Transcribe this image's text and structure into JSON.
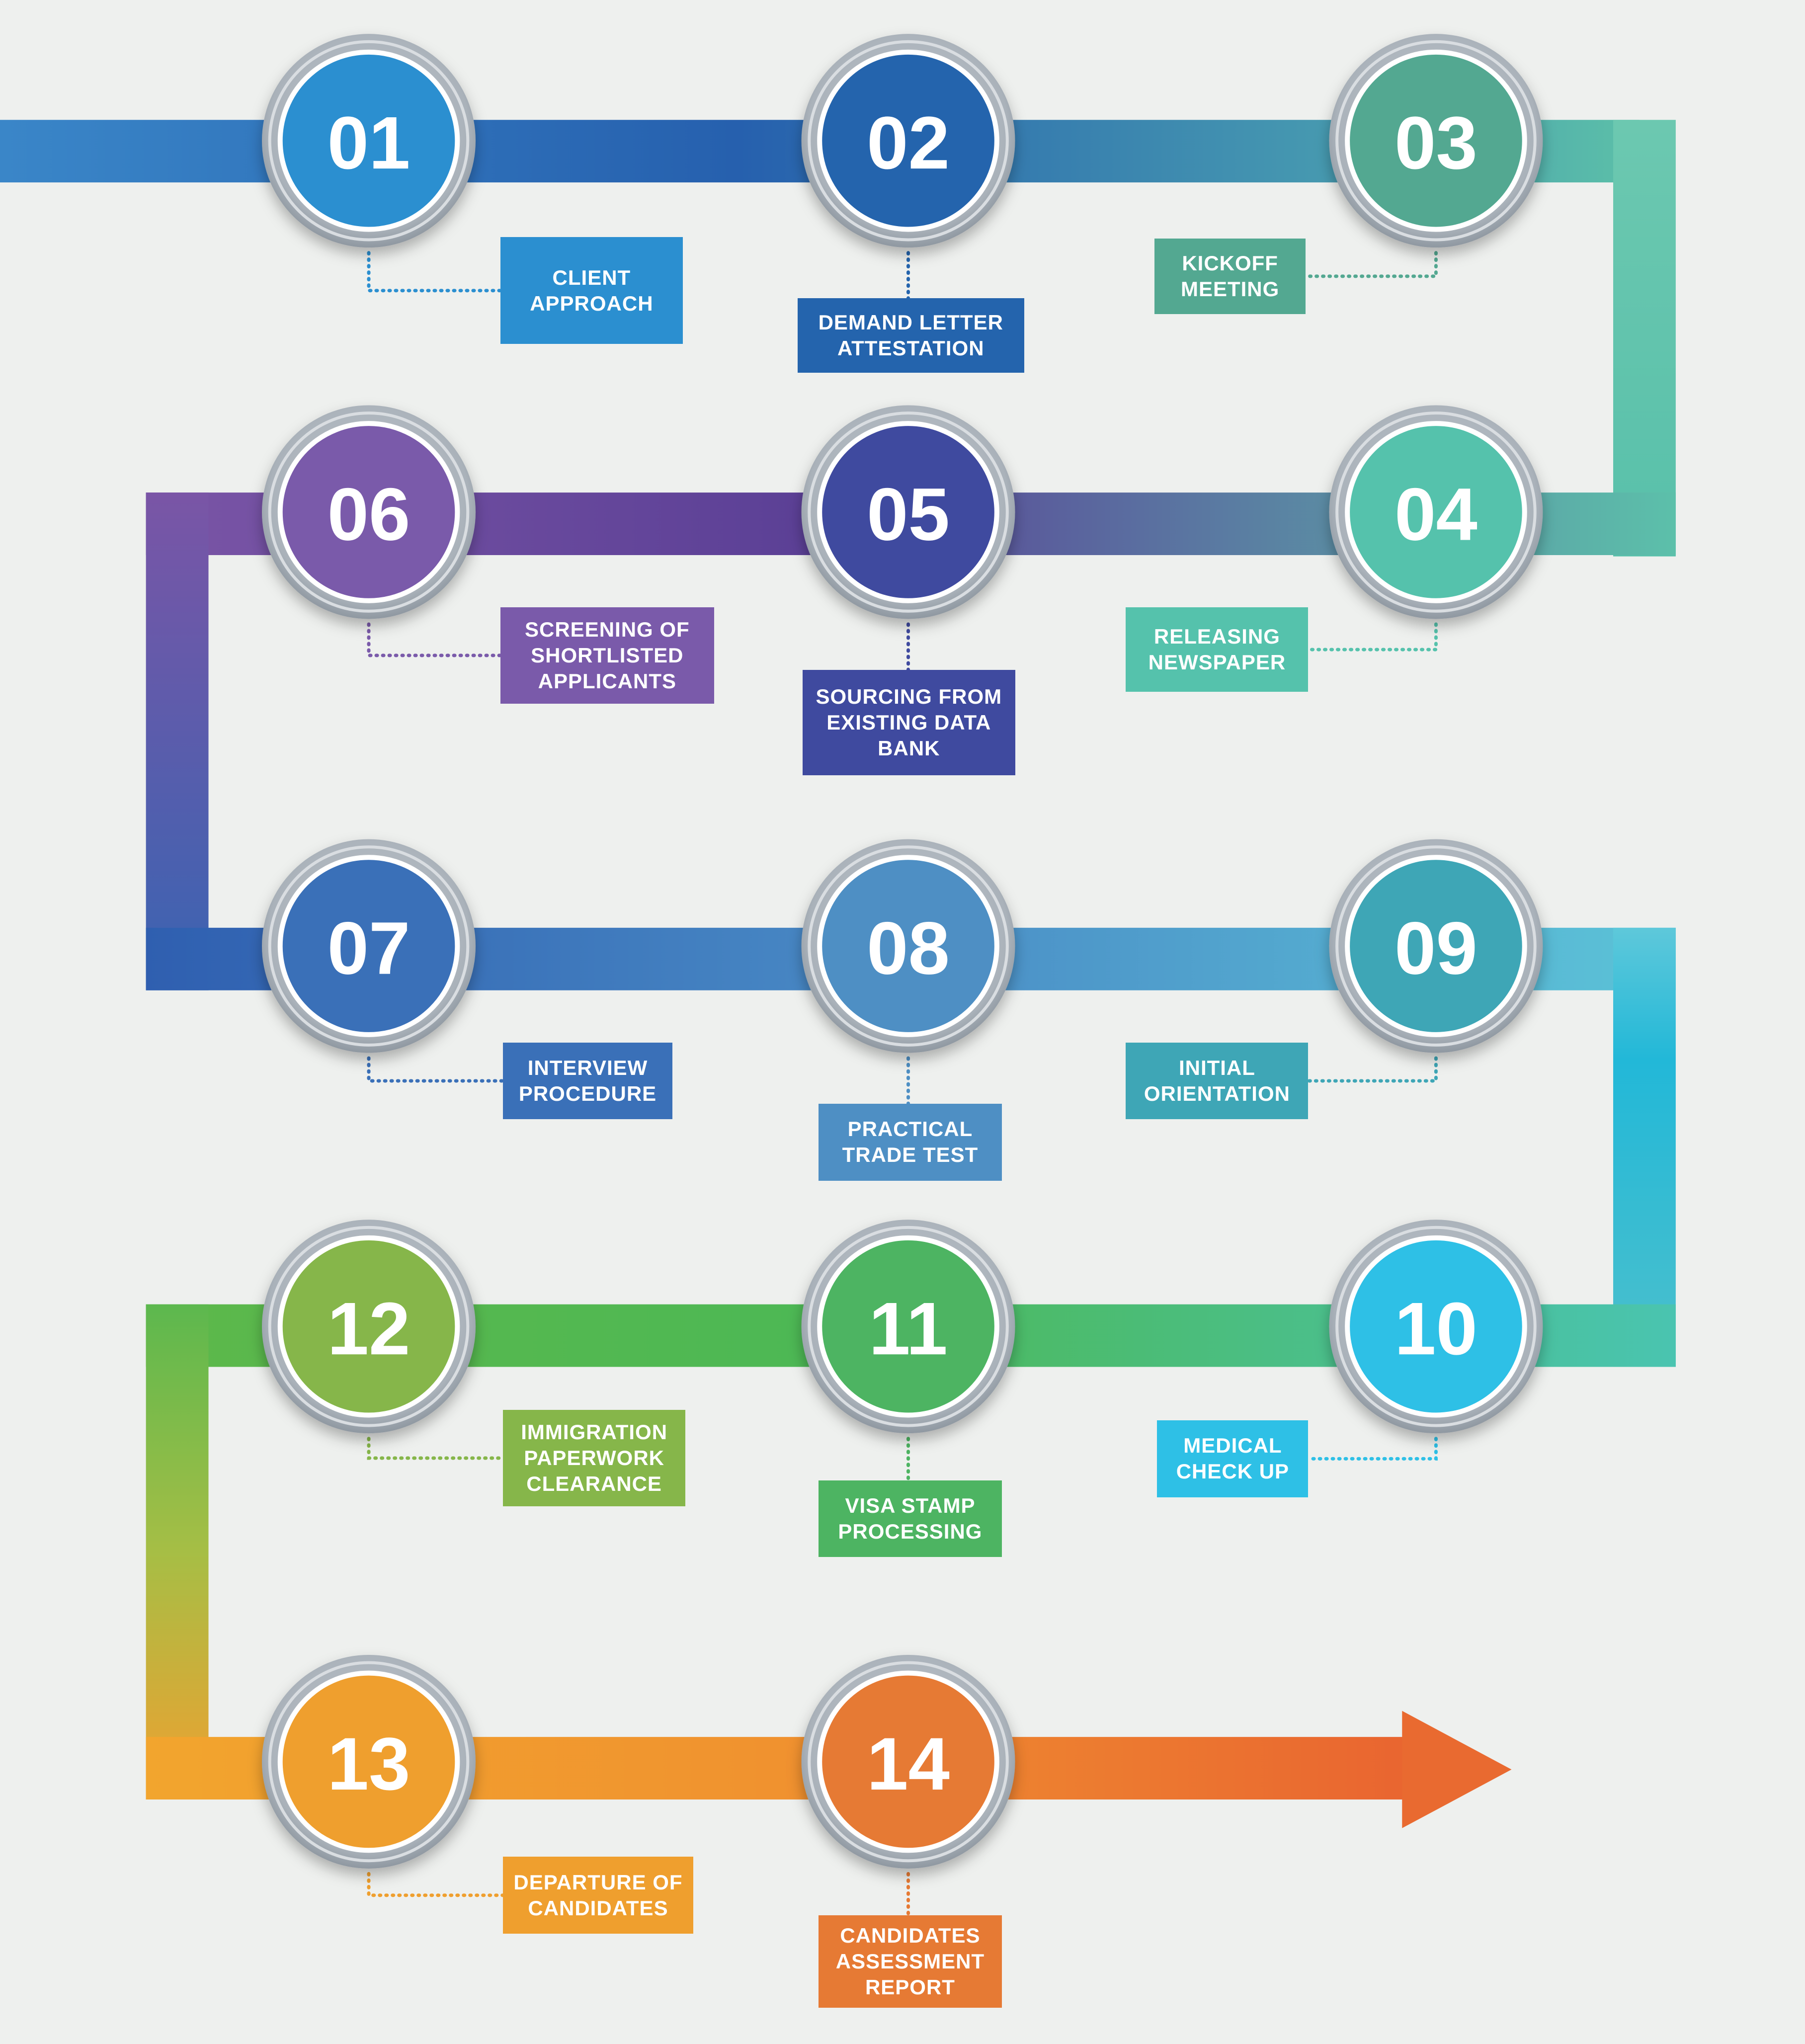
{
  "steps": [
    {
      "number": "01",
      "label": "CLIENT\nAPPROACH",
      "color": "#2b8fd0"
    },
    {
      "number": "02",
      "label": "DEMAND LETTER\nATTESTATION",
      "color": "#2464ad"
    },
    {
      "number": "03",
      "label": "KICKOFF\nMEETING",
      "color": "#53a891"
    },
    {
      "number": "04",
      "label": "RELEASING\nNEWSPAPER",
      "color": "#55c2ac"
    },
    {
      "number": "05",
      "label": "SOURCING FROM\nEXISTING DATA\nBANK",
      "color": "#3f4a9f"
    },
    {
      "number": "06",
      "label": "SCREENING OF\nSHORTLISTED\nAPPLICANTS",
      "color": "#7a5aaa"
    },
    {
      "number": "07",
      "label": "INTERVIEW\nPROCEDURE",
      "color": "#3a70b8"
    },
    {
      "number": "08",
      "label": "PRACTICAL\nTRADE TEST",
      "color": "#4e8fc4"
    },
    {
      "number": "09",
      "label": "INITIAL\nORIENTATION",
      "color": "#3ea6b6"
    },
    {
      "number": "10",
      "label": "MEDICAL\nCHECK UP",
      "color": "#2ec0e6"
    },
    {
      "number": "11",
      "label": "VISA STAMP\nPROCESSING",
      "color": "#4db462"
    },
    {
      "number": "12",
      "label": "IMMIGRATION\nPAPERWORK\nCLEARANCE",
      "color": "#86b64a"
    },
    {
      "number": "13",
      "label": "DEPARTURE OF\nCANDIDATES",
      "color": "#ef9f2e"
    },
    {
      "number": "14",
      "label": "CANDIDATES\nASSESSMENT\nREPORT",
      "color": "#e67a34"
    }
  ]
}
